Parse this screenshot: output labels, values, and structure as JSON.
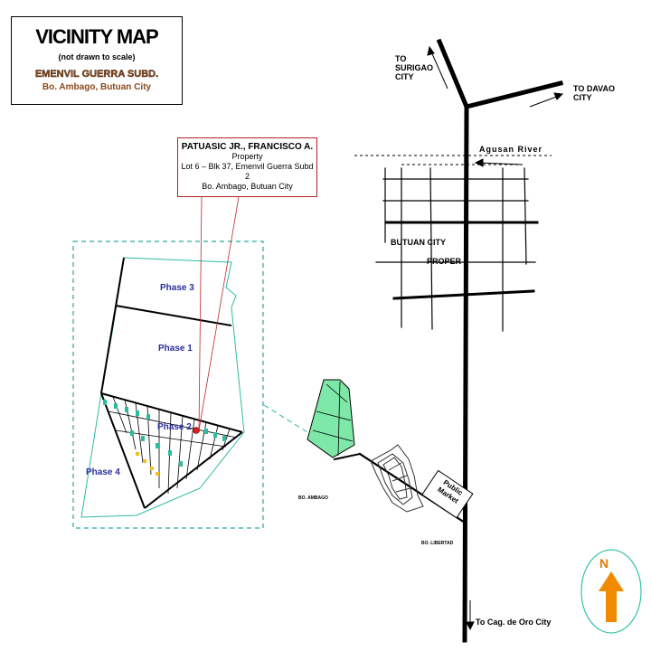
{
  "title_block": {
    "title": "VICINITY MAP",
    "note": "(not drawn to scale)",
    "subdivision": "EMENVIL GUERRA SUBD.",
    "location": "Bo. Ambago, Butuan City"
  },
  "property_callout": {
    "owner": "PATUASIC JR., FRANCISCO A.",
    "lines": [
      "Property",
      "Lot 6 – Blk 37, Emenvil Guerra Subd 2",
      "Bo. Ambago, Butuan City"
    ]
  },
  "phases": [
    "Phase 3",
    "Phase 1",
    "Phase 2",
    "Phase 4"
  ],
  "directions": {
    "surigao": [
      "TO",
      "SURIGAO",
      "CITY"
    ],
    "davao": [
      "TO DAVAO",
      "CITY"
    ],
    "river": "Agusan River",
    "city_proper": [
      "BUTUAN CITY",
      "PROPER"
    ],
    "cagayan": "To Cag. de Oro City"
  },
  "places": {
    "public_market": [
      "Public",
      "Market"
    ],
    "bo_ambago": "BO. AMBAGO",
    "bo_libertad": "BO. LIBERTAD"
  },
  "north_label": "N",
  "colors": {
    "highlight_green": "#7ee8a8",
    "boundary_teal": "#2bbba0",
    "callout_red": "#c0282a",
    "north_orange": "#f28a00",
    "phase_label": "#2b2f9e"
  }
}
